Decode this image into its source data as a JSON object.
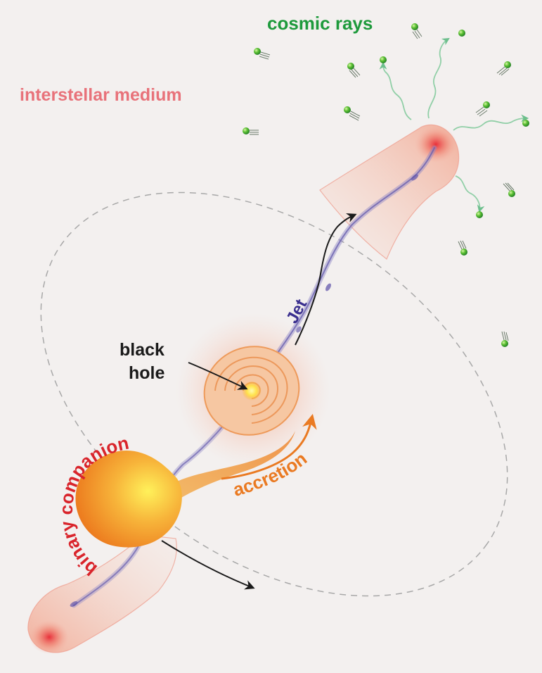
{
  "labels": {
    "cosmic_rays": "cosmic rays",
    "interstellar_medium": "interstellar medium",
    "jet": "Jet",
    "black_hole_line1": "black",
    "black_hole_line2": "hole",
    "binary_companion": "binary companion",
    "accretion": "accretion"
  },
  "colors": {
    "background": "#f3f0ef",
    "cosmic_rays": "#1e9a3c",
    "interstellar_medium": "#e8727a",
    "jet": "#3a2f8f",
    "black_hole_label": "#1a1a1a",
    "binary_companion": "#d9242b",
    "accretion": "#ea7a22",
    "orbit": "#a8a8a8",
    "particle": "#3fae3a",
    "particle_path": "#7fc99a",
    "star_core": "#ffe04a",
    "star_edge": "#ee7d1e"
  },
  "icons": {
    "particle": "green-sphere-icon",
    "arrow": "arrow-head-icon"
  }
}
